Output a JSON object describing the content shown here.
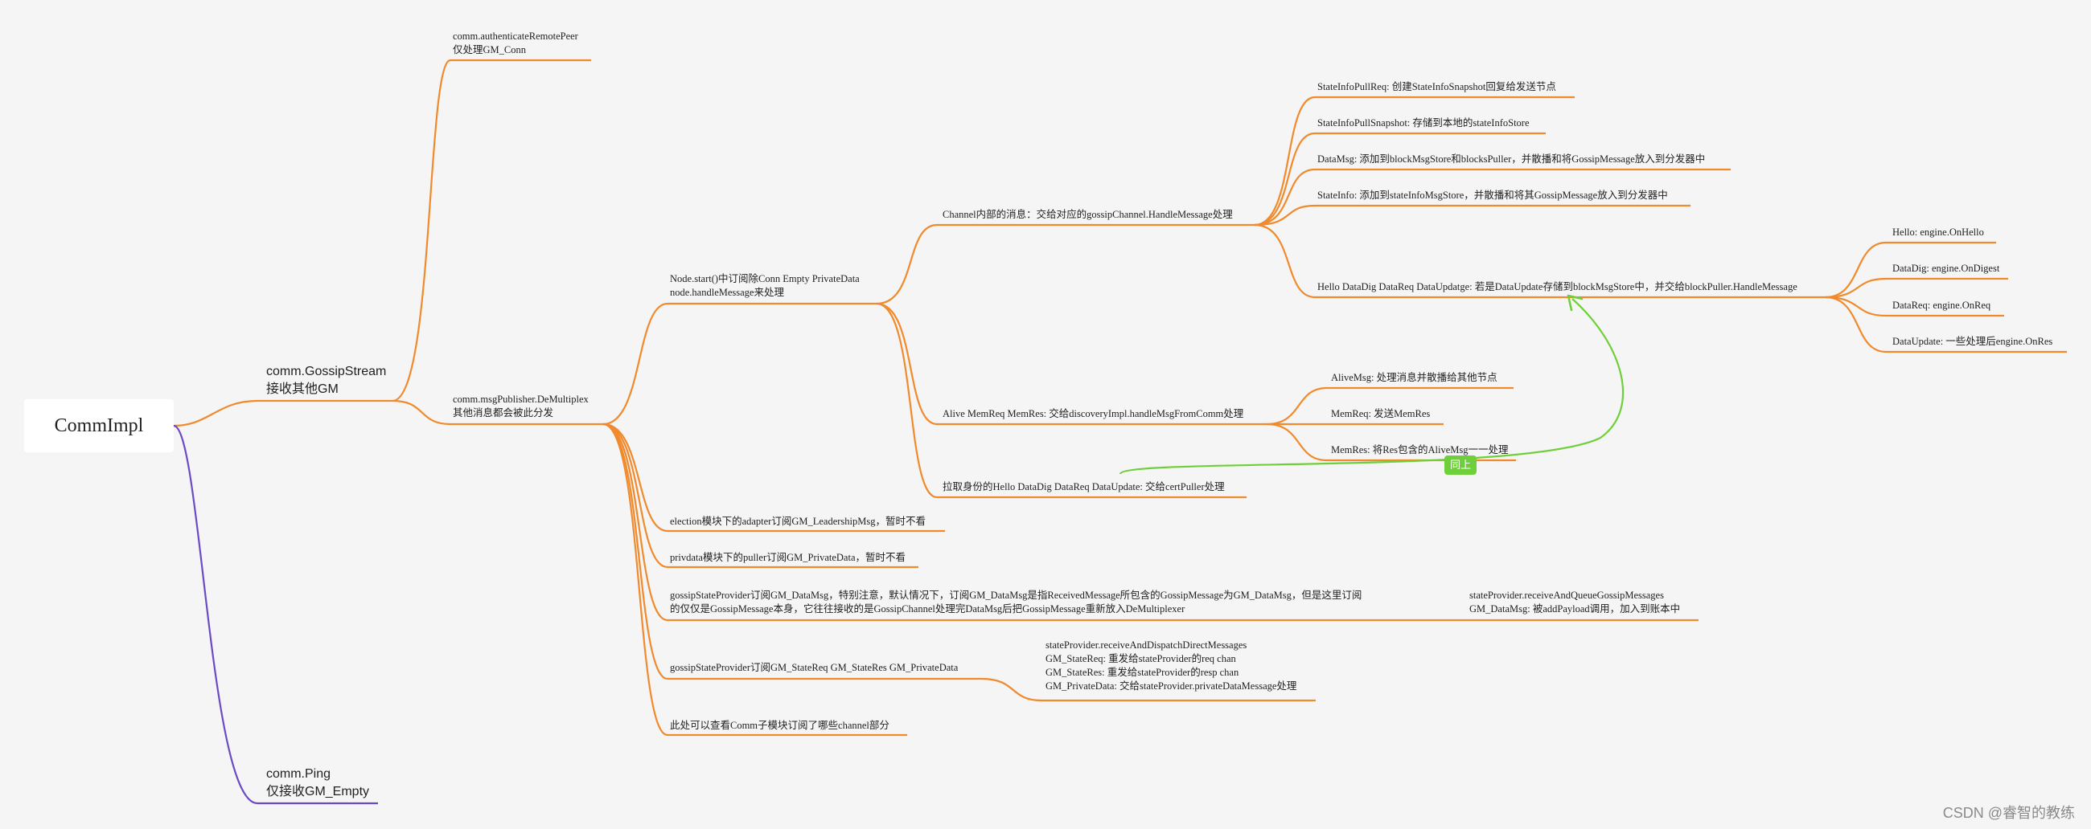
{
  "root": {
    "label": "CommImpl"
  },
  "branches": {
    "gossip_stream": {
      "line1": "comm.GossipStream",
      "line2": "接收其他GM"
    },
    "ping": {
      "line1": "comm.Ping",
      "line2": "仅接收GM_Empty"
    }
  },
  "auth": {
    "line1": "comm.authenticateRemotePeer",
    "line2": "仅处理GM_Conn"
  },
  "demux": {
    "line1": "comm.msgPublisher.DeMultiplex",
    "line2": "其他消息都会被此分发"
  },
  "node_start": {
    "line1": "Node.start()中订阅除Conn Empty PrivateData",
    "line2": "node.handleMessage来处理"
  },
  "election": "election模块下的adapter订阅GM_LeadershipMsg，暂时不看",
  "privdata": "privdata模块下的puller订阅GM_PrivateData，暂时不看",
  "state_datamsg": {
    "line1": "gossipStateProvider订阅GM_DataMsg，特别注意，默认情况下，订阅GM_DataMsg是指ReceivedMessage所包含的GossipMessage为GM_DataMsg，但是这里订阅",
    "line2": "的仅仅是GossipMessage本身，它往往接收的是GossipChannel处理完DataMsg后把GossipMessage重新放入DeMultiplexer"
  },
  "state_datamsg_child": {
    "line1": "stateProvider.receiveAndQueueGossipMessages",
    "line2": "GM_DataMsg: 被addPayload调用，加入到账本中"
  },
  "state_req": "gossipStateProvider订阅GM_StateReq GM_StateRes GM_PrivateData",
  "state_req_child": {
    "line1": "stateProvider.receiveAndDispatchDirectMessages",
    "line2": "GM_StateReq: 重发给stateProvider的req chan",
    "line3": "GM_StateRes: 重发给stateProvider的resp chan",
    "line4": "GM_PrivateData: 交给stateProvider.privateDataMessage处理"
  },
  "comm_view": "此处可以查看Comm子模块订阅了哪些channel部分",
  "channel_msgs": {
    "label": "Channel内部的消息：交给对应的gossipChannel.HandleMessage处理",
    "children": [
      "StateInfoPullReq: 创建StateInfoSnapshot回复给发送节点",
      "StateInfoPullSnapshot: 存储到本地的stateInfoStore",
      "DataMsg: 添加到blockMsgStore和blocksPuller，并散播和将GossipMessage放入到分发器中",
      "StateInfo: 添加到stateInfoMsgStore，并散播和将其GossipMessage放入到分发器中",
      "Hello DataDig DataReq DataUpdatge: 若是DataUpdate存储到blockMsgStore中，并交给blockPuller.HandleMessage"
    ]
  },
  "engine": [
    "Hello: engine.OnHello",
    "DataDig: engine.OnDigest",
    "DataReq: engine.OnReq",
    "DataUpdate: 一些处理后engine.OnRes"
  ],
  "alive": {
    "label": "Alive MemReq MemRes: 交给discoveryImpl.handleMsgFromComm处理",
    "children": [
      "AliveMsg: 处理消息并散播给其他节点",
      "MemReq: 发送MemRes",
      "MemRes: 将Res包含的AliveMsg一一处理"
    ]
  },
  "identity": "拉取身份的Hello DataDig DataReq DataUpdate: 交给certPuller处理",
  "same_badge": "同上",
  "watermark": "CSDN @睿智的教练",
  "colors": {
    "orange": "#f08a2c",
    "purple": "#6b4bc4",
    "green": "#6fcf3a",
    "background": "#f5f5f5"
  }
}
